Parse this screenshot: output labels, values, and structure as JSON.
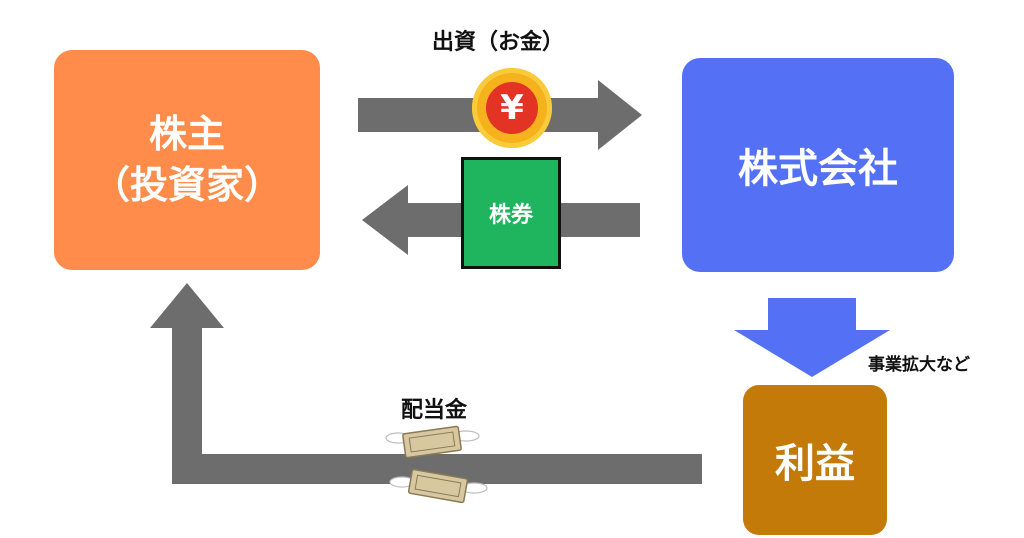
{
  "nodes": {
    "shareholder": {
      "line1": "株主",
      "line2": "（投資家）"
    },
    "company": {
      "label": "株式会社"
    },
    "profit": {
      "label": "利益"
    }
  },
  "edges": {
    "investment": {
      "label": "出資（お金）"
    },
    "stock": {
      "label": "株券"
    },
    "expansion": {
      "label": "事業拡大など"
    },
    "dividend": {
      "label": "配当金"
    }
  },
  "icons": {
    "coin": {
      "name": "yen-coin-icon",
      "symbol": "¥"
    },
    "money": "flying-money-icon"
  },
  "colors": {
    "shareholder": "#ff8c4a",
    "company": "#5471f5",
    "profit": "#c37a08",
    "stock": "#1eb55e",
    "arrow_gray": "#6d6d6d",
    "arrow_blue": "#5471f5"
  }
}
